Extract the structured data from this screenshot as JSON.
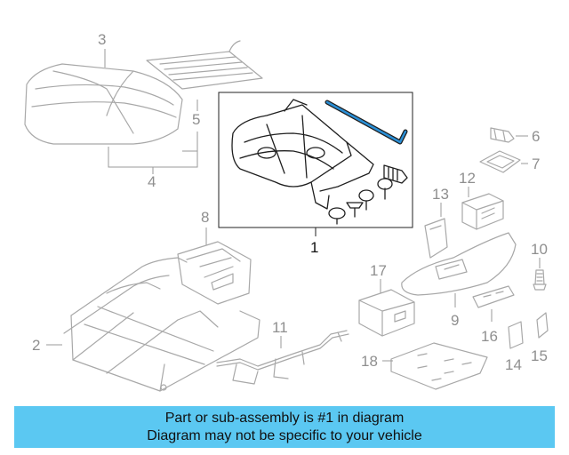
{
  "callouts": {
    "n1": "1",
    "n2": "2",
    "n3": "3",
    "n4": "4",
    "n5": "5",
    "n6": "6",
    "n7": "7",
    "n8": "8",
    "n9": "9",
    "n10": "10",
    "n11": "11",
    "n12": "12",
    "n13": "13",
    "n14": "14",
    "n15": "15",
    "n16": "16",
    "n17": "17",
    "n18": "18"
  },
  "highlight_color": "#2a8fd6",
  "banner": {
    "line1": "Part or sub-assembly is #1 in diagram",
    "line2": "Diagram may not be specific to your vehicle",
    "color": "#5bc8f2"
  }
}
